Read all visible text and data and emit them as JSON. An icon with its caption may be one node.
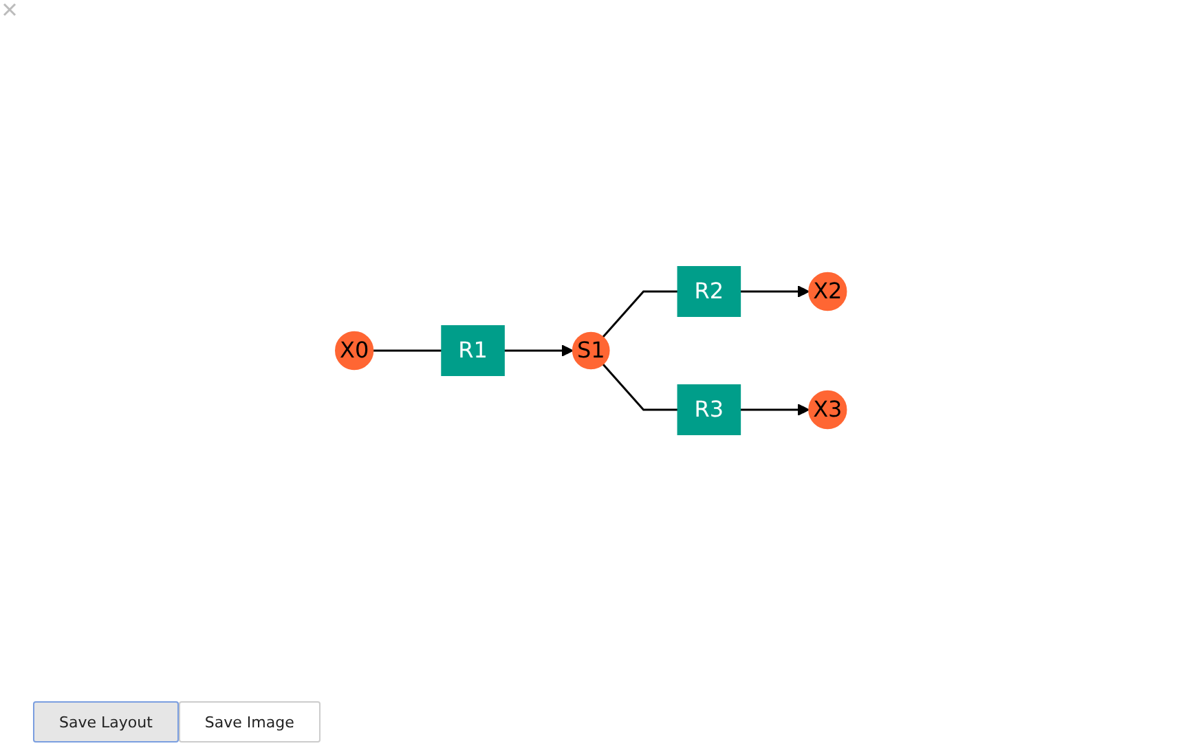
{
  "diagram": {
    "nodes": [
      {
        "text": [
          "X0"
        ]
      },
      {
        "text": [
          "R1"
        ]
      },
      {
        "text": [
          "S1"
        ]
      },
      {
        "text": [
          "R2"
        ]
      },
      {
        "text": [
          "R3"
        ]
      },
      {
        "text": [
          "X2"
        ]
      },
      {
        "text": [
          "X3"
        ]
      }
    ],
    "edges": [
      {
        "from": 0,
        "to": 1,
        "arrow": "none"
      },
      {
        "from": 1,
        "to": 2,
        "arrow": "to"
      },
      {
        "from": 2,
        "to": 3,
        "arrow": "none"
      },
      {
        "from": 2,
        "to": 4,
        "arrow": "none"
      },
      {
        "from": 3,
        "to": 5,
        "arrow": "to"
      },
      {
        "from": 4,
        "to": 6,
        "arrow": "to"
      }
    ],
    "labels": [
      "Save Layout",
      "Save Image"
    ]
  }
}
